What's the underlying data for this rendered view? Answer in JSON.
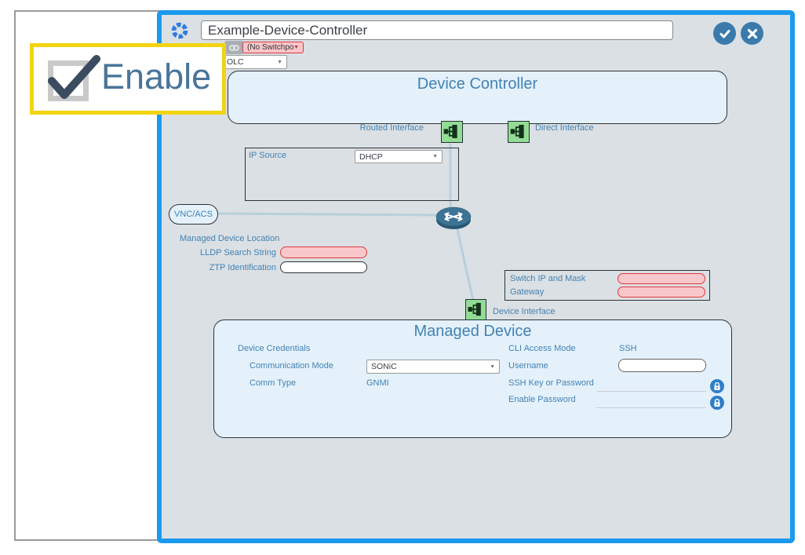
{
  "header": {
    "name_value": "Example-Device-Controller",
    "switchpoint_label": "(No Switchpoint)",
    "mode_label": "OLC"
  },
  "callout": {
    "label": "Enable"
  },
  "controller": {
    "title": "Device Controller",
    "routed_interface_label": "Routed Interface",
    "direct_interface_label": "Direct Interface",
    "ip_source_label": "IP Source",
    "ip_source_value": "DHCP",
    "vnc_acs_label": "VNC/ACS",
    "location_section_label": "Managed Device Location",
    "lldp_label": "LLDP Search String",
    "ztp_label": "ZTP Identification",
    "switch_ip_label": "Switch IP and Mask",
    "gateway_label": "Gateway",
    "device_interface_label": "Device Interface"
  },
  "managed_device": {
    "title": "Managed Device",
    "credentials_label": "Device Credentials",
    "communication_mode_label": "Communication Mode",
    "communication_mode_value": "SONiC",
    "comm_type_label": "Comm Type",
    "comm_type_value": "GNMI",
    "cli_access_mode_label": "CLI Access Mode",
    "cli_access_mode_value": "SSH",
    "username_label": "Username",
    "ssh_key_label": "SSH Key or Password",
    "enable_password_label": "Enable Password"
  },
  "colors": {
    "accent_blue": "#1b99ee",
    "panel_fill": "#e4f1fb",
    "dialog_fill": "#dbe0e4",
    "label_blue": "#4382b2",
    "error_pink": "#f8c7cb",
    "error_red": "#e0383d",
    "node_green": "#93dc95",
    "button_blue": "#3a7bac",
    "lock_blue": "#2e7ec8",
    "highlight_yellow": "#f2d411",
    "line_blue": "#b9cfdb",
    "router_blue": "#3d7394",
    "check_dark": "#3b4c61"
  }
}
